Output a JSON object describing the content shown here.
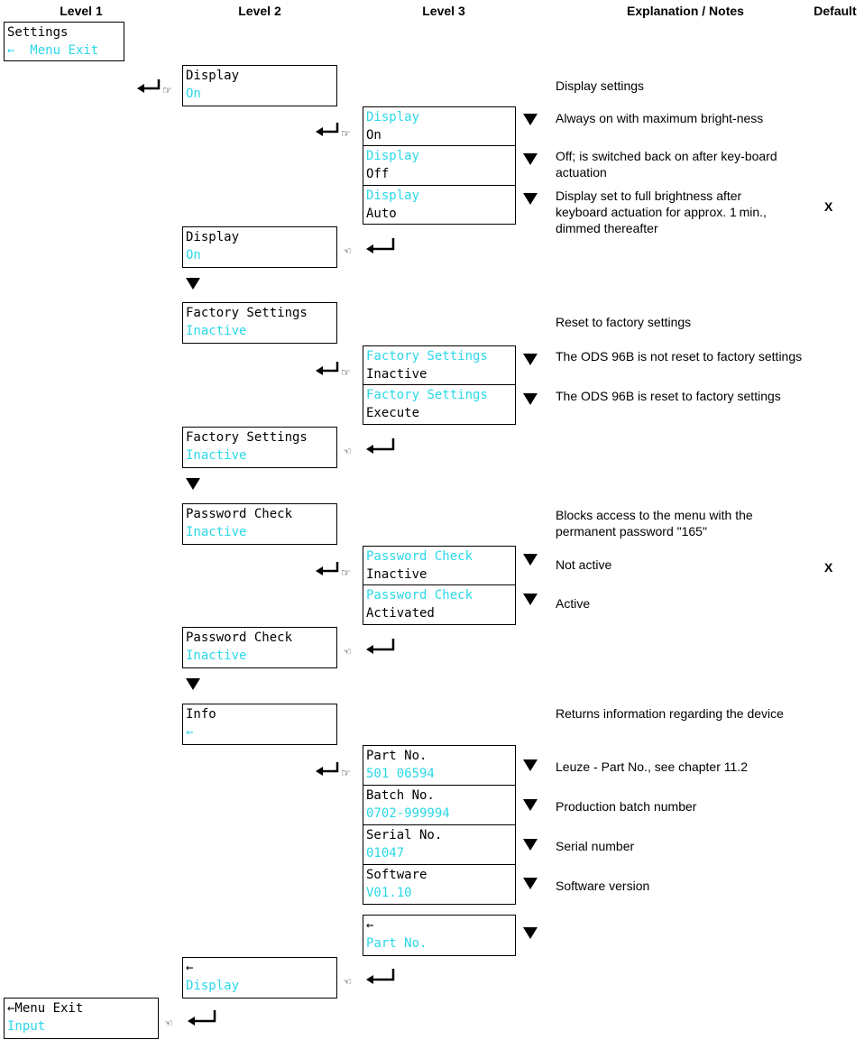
{
  "headers": {
    "level1": "Level 1",
    "level2": "Level 2",
    "level3": "Level 3",
    "notes": "Explanation / Notes",
    "default": "Default"
  },
  "settings_box": {
    "line1": "Settings",
    "arrow": "←",
    "line2": "Menu Exit"
  },
  "display": {
    "l2_title": "Display",
    "l2_value": "On",
    "opt1_title": "Display",
    "opt1_value": "On",
    "opt2_title": "Display",
    "opt2_value": "Off",
    "opt3_title": "Display",
    "opt3_value": "Auto",
    "ret_title": "Display",
    "ret_value": "On",
    "note_main": "Display settings",
    "note1": "Always on with maximum bright-ness",
    "note2": "Off; is switched back on after key-board actuation",
    "note3": "Display set to full brightness after keyboard actuation for approx. 1 min., dimmed thereafter",
    "default_mark": "X"
  },
  "factory": {
    "l2_title": "Factory Settings",
    "l2_value": "Inactive",
    "opt1_title": "Factory Settings",
    "opt1_value": "Inactive",
    "opt2_title": "Factory Settings",
    "opt2_value": "Execute",
    "ret_title": "Factory Settings",
    "ret_value": "Inactive",
    "note_main": "Reset to factory settings",
    "note1": "The ODS 96B is not reset to factory settings",
    "note2": "The ODS 96B is reset to factory settings"
  },
  "password": {
    "l2_title": "Password Check",
    "l2_value": "Inactive",
    "opt1_title": "Password Check",
    "opt1_value": "Inactive",
    "opt2_title": "Password Check",
    "opt2_value": "Activated",
    "ret_title": "Password Check",
    "ret_value": "Inactive",
    "note_main": "Blocks access to the menu with the permanent password \"165\"",
    "note1": "Not active",
    "note2": "Active",
    "default_mark": "X"
  },
  "info": {
    "l2_title": "Info",
    "l2_arrow": "←",
    "part_title": "Part No.",
    "part_value": "501 06594",
    "batch_title": "Batch No.",
    "batch_value": "0702-999994",
    "serial_title": "Serial No.",
    "serial_value": "01047",
    "sw_title": "Software",
    "sw_value": "V01.10",
    "back_arrow": "←",
    "back_value": "Part No.",
    "note_main": "Returns information regarding the device",
    "note_part": "Leuze - Part No., see chapter 11.2",
    "note_batch": "Production batch number",
    "note_serial": "Serial number",
    "note_sw": "Software version"
  },
  "back_display": {
    "arrow": "←",
    "value": "Display"
  },
  "menu_exit": {
    "line1": "←Menu Exit",
    "line2": "Input"
  },
  "icons": {
    "enter": "enter-arrow-icon",
    "hand": "pointing-hand-icon",
    "down": "down-triangle-icon"
  }
}
